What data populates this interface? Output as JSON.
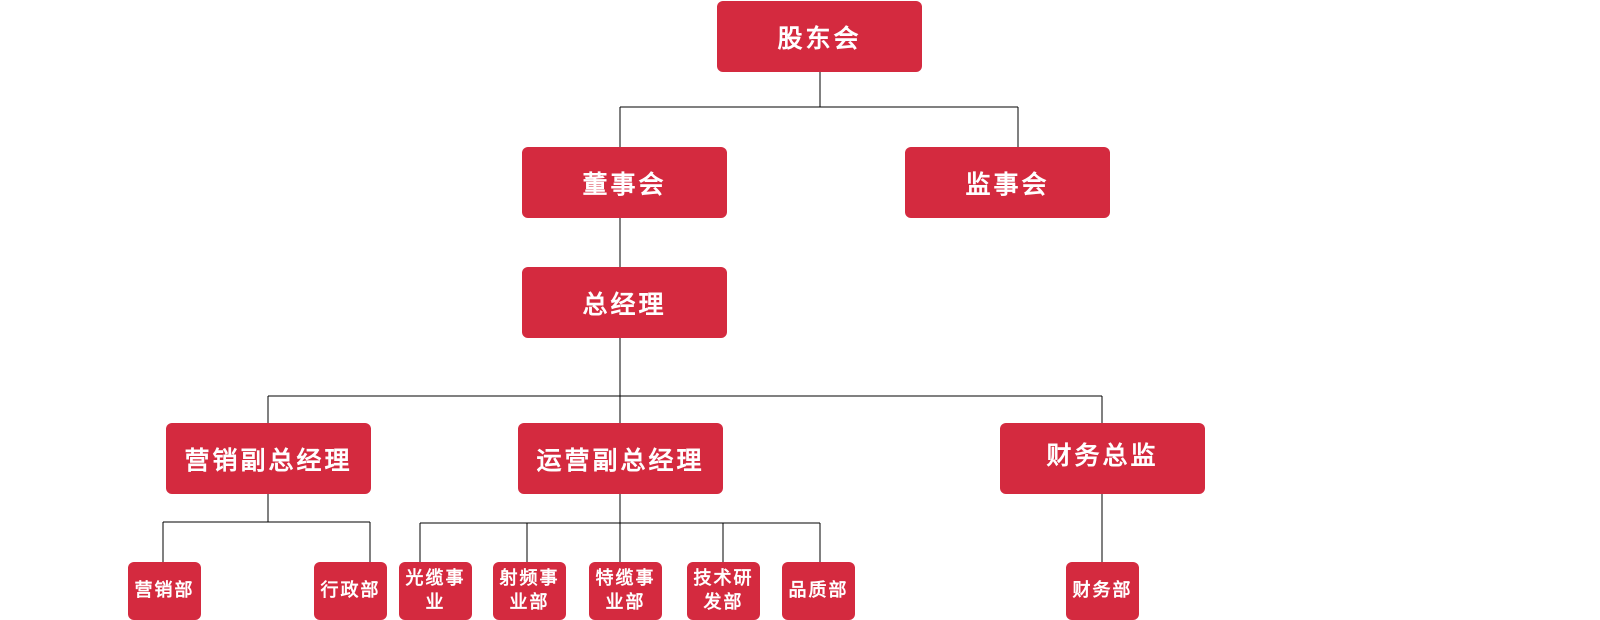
{
  "org_chart": {
    "nodes": {
      "shareholders": "股东会",
      "board": "董事会",
      "supervisors": "监事会",
      "general_manager": "总经理",
      "marketing_vp": "营销副总经理",
      "operations_vp": "运营副总经理",
      "finance_director": "财务总监",
      "marketing_dept": "营销部",
      "admin_dept": "行政部",
      "optical_cable_div": "光缆事业",
      "rf_div": "射频事业部",
      "special_cable_div": "特缆事业部",
      "rd_dept": "技术研发部",
      "quality_dept": "品质部",
      "finance_dept": "财务部"
    },
    "colors": {
      "node_fill": "#d42a3f",
      "node_text": "#ffffff",
      "connector": "#000000"
    }
  }
}
